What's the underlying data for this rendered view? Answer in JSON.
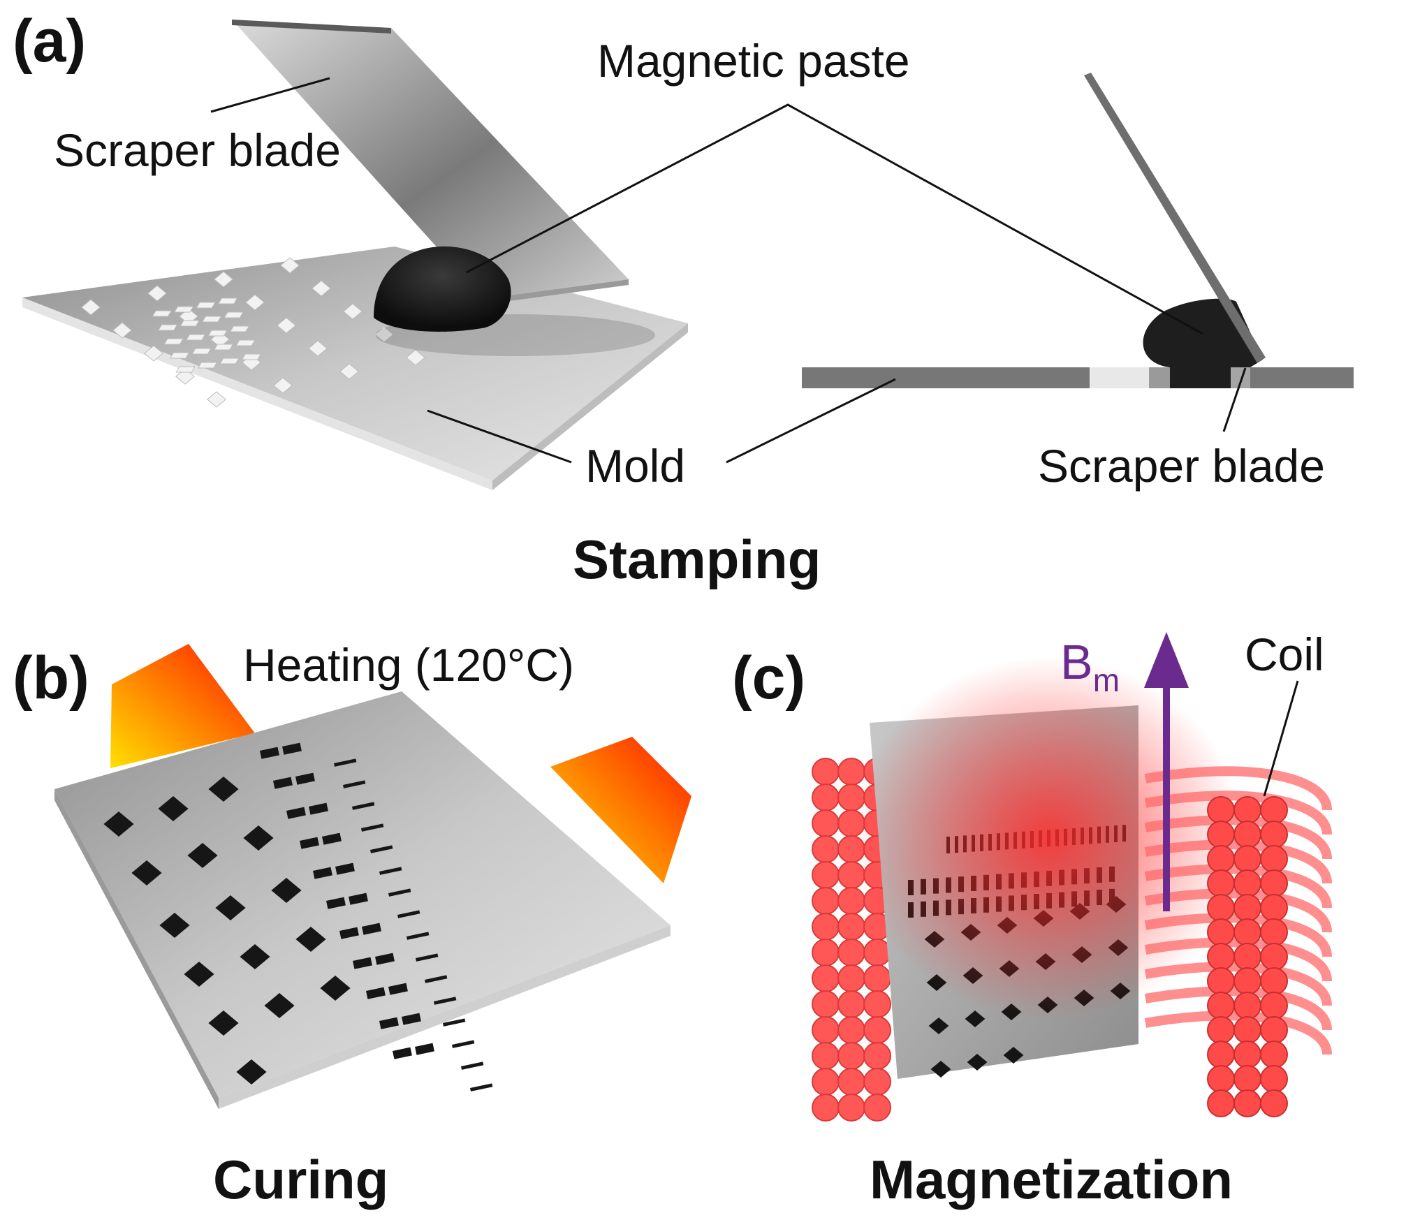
{
  "panels": {
    "a": {
      "letter": "(a)",
      "caption": "Stamping",
      "labels": {
        "scraper_blade_left": "Scraper blade",
        "magnetic_paste": "Magnetic paste",
        "mold": "Mold",
        "scraper_blade_right": "Scraper blade"
      }
    },
    "b": {
      "letter": "(b)",
      "caption": "Curing",
      "labels": {
        "heating": "Heating (120°C)"
      }
    },
    "c": {
      "letter": "(c)",
      "caption": "Magnetization",
      "labels": {
        "field_symbol": "B",
        "field_subscript": "m",
        "coil": "Coil"
      }
    }
  },
  "colors": {
    "plate": "#b9b9b9",
    "paste": "#1a1a1a",
    "coil": "#ff4a4a",
    "field_arrow": "#6a2a8e",
    "heater_hot": "#ff1a00",
    "heater_warm": "#ffe000"
  }
}
